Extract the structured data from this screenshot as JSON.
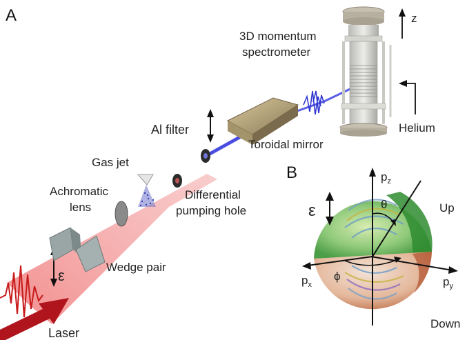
{
  "panels": {
    "a": "A",
    "b": "B"
  },
  "labels": {
    "spectrometer_line1": "3D momentum",
    "spectrometer_line2": "spectrometer",
    "z_axis": "z",
    "helium": "Helium",
    "al_filter": "Al filter",
    "toroidal_mirror": "Toroidal mirror",
    "gas_jet": "Gas jet",
    "achromatic_line1": "Achromatic",
    "achromatic_line2": "lens",
    "differential_line1": "Differential",
    "differential_line2": "pumping hole",
    "wedge_pair": "Wedge pair",
    "epsilon_a": "ε",
    "laser": "Laser"
  },
  "sphere": {
    "pz": "p",
    "pz_sub": "z",
    "px": "p",
    "px_sub": "x",
    "py": "p",
    "py_sub": "y",
    "theta": "θ",
    "phi": "ϕ",
    "up": "Up",
    "down": "Down",
    "epsilon": "ε"
  },
  "colors": {
    "laser_red": "#d42020",
    "beam_pink": "#f2a6a6",
    "xuv_blue": "#3b3fd8",
    "hemisphere_green": "#3aa040",
    "hemisphere_tan": "#d7a68a"
  }
}
